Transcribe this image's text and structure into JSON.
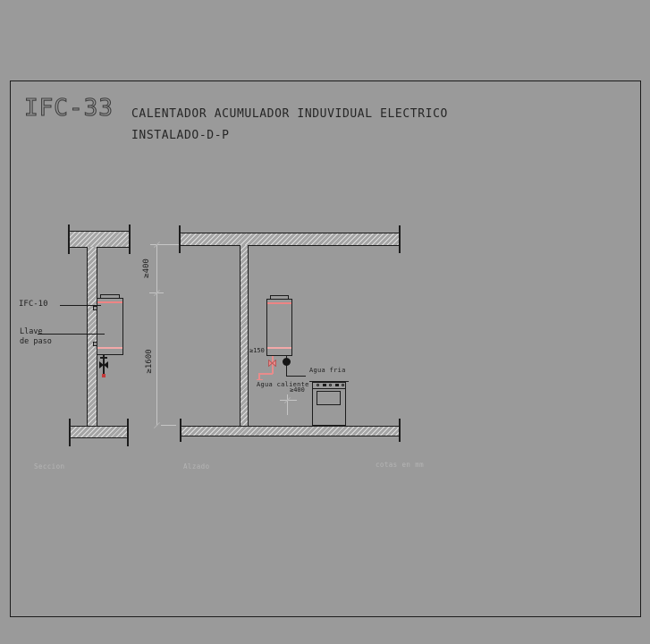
{
  "window": {
    "background_color": "#9a9a9a",
    "frame_border_color": "#1c1c1c"
  },
  "title_block": {
    "code": "IFC-33",
    "line1": "CALENTADOR ACUMULADOR INDUVIDUAL ELECTRICO",
    "line2": "INSTALADO-D-P"
  },
  "section_view": {
    "caption": "Seccion",
    "heater_label": "IFC-10",
    "valve_label_line1": "Llave",
    "valve_label_line2": "de paso"
  },
  "elevation_view": {
    "caption": "Alzado",
    "dim_ceiling_clearance": "≥400",
    "dim_wall_height": "≥1600",
    "dim_side_clearance": "≥150",
    "dim_outlet_height": "≥400",
    "cold_water_label": "Agua fria",
    "hot_water_label": "Agua caliente"
  },
  "footer": {
    "units_note": "cotas en mm"
  },
  "colors": {
    "background": "#9a9a9a",
    "line": "#1c1c1c",
    "hatch_fill": "#a5a5a5",
    "dimension_gray": "#c6c6c6",
    "muted_text_gray": "#b5b5b5",
    "hot_pipe_pink": "#ee8484",
    "valve_red": "#c43b3b"
  }
}
